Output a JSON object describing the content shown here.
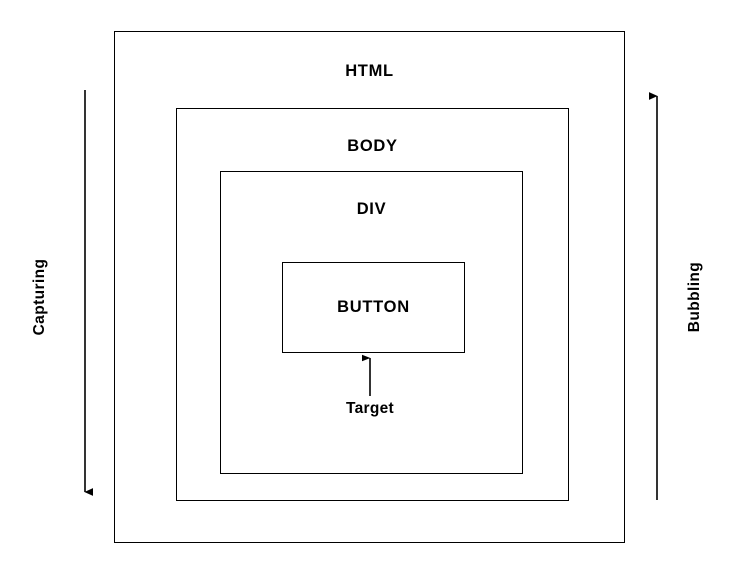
{
  "diagram": {
    "type": "dom-event-propagation",
    "stroke_color": "#000000",
    "background_color": "#ffffff",
    "nodes": [
      {
        "label": "HTML",
        "level": 0
      },
      {
        "label": "BODY",
        "level": 1
      },
      {
        "label": "DIV",
        "level": 2
      },
      {
        "label": "BUTTON",
        "level": 3
      }
    ],
    "phases": {
      "capturing": {
        "label": "Capturing",
        "direction": "down",
        "side": "left"
      },
      "bubbling": {
        "label": "Bubbling",
        "direction": "up",
        "side": "right"
      }
    },
    "target": {
      "label": "Target",
      "points_to": "BUTTON",
      "arrow_direction": "up"
    }
  }
}
